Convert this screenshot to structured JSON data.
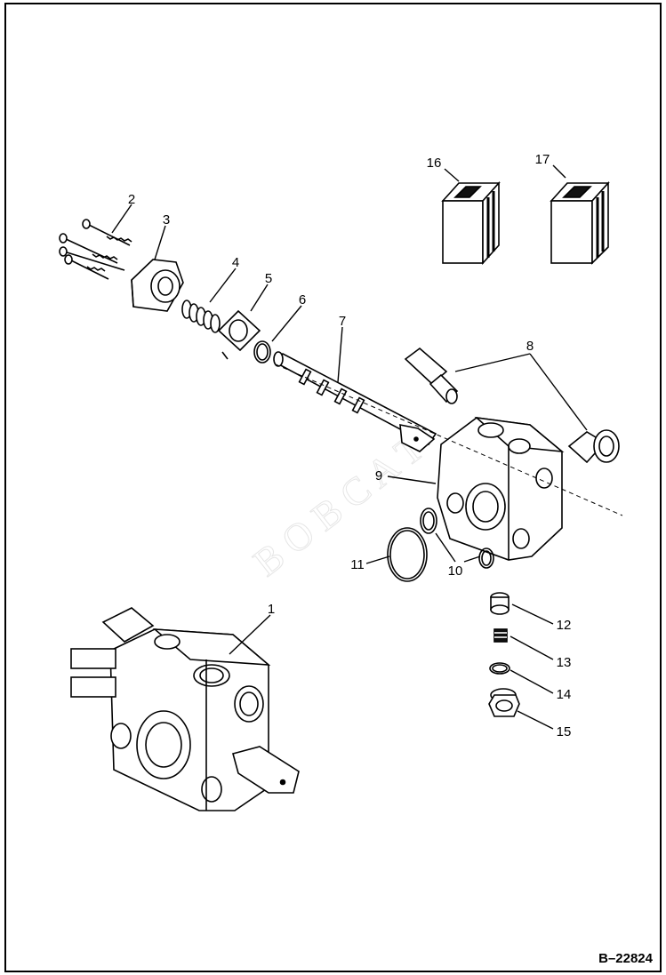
{
  "diagram": {
    "figure_number": "B–22824",
    "callouts": [
      {
        "id": "1",
        "part": "control-valve-assembly"
      },
      {
        "id": "2",
        "part": "bolt"
      },
      {
        "id": "3",
        "part": "cap"
      },
      {
        "id": "4",
        "part": "spring"
      },
      {
        "id": "5",
        "part": "retainer-plate"
      },
      {
        "id": "6",
        "part": "o-ring"
      },
      {
        "id": "7",
        "part": "spool"
      },
      {
        "id": "8",
        "part": "relief-valves"
      },
      {
        "id": "9",
        "part": "valve-section-body"
      },
      {
        "id": "10",
        "part": "o-rings"
      },
      {
        "id": "11",
        "part": "large-o-ring"
      },
      {
        "id": "12",
        "part": "poppet"
      },
      {
        "id": "13",
        "part": "check-spring"
      },
      {
        "id": "14",
        "part": "plug-o-ring"
      },
      {
        "id": "15",
        "part": "plug"
      },
      {
        "id": "16",
        "part": "seal-kit"
      },
      {
        "id": "17",
        "part": "seal-kit"
      }
    ]
  }
}
